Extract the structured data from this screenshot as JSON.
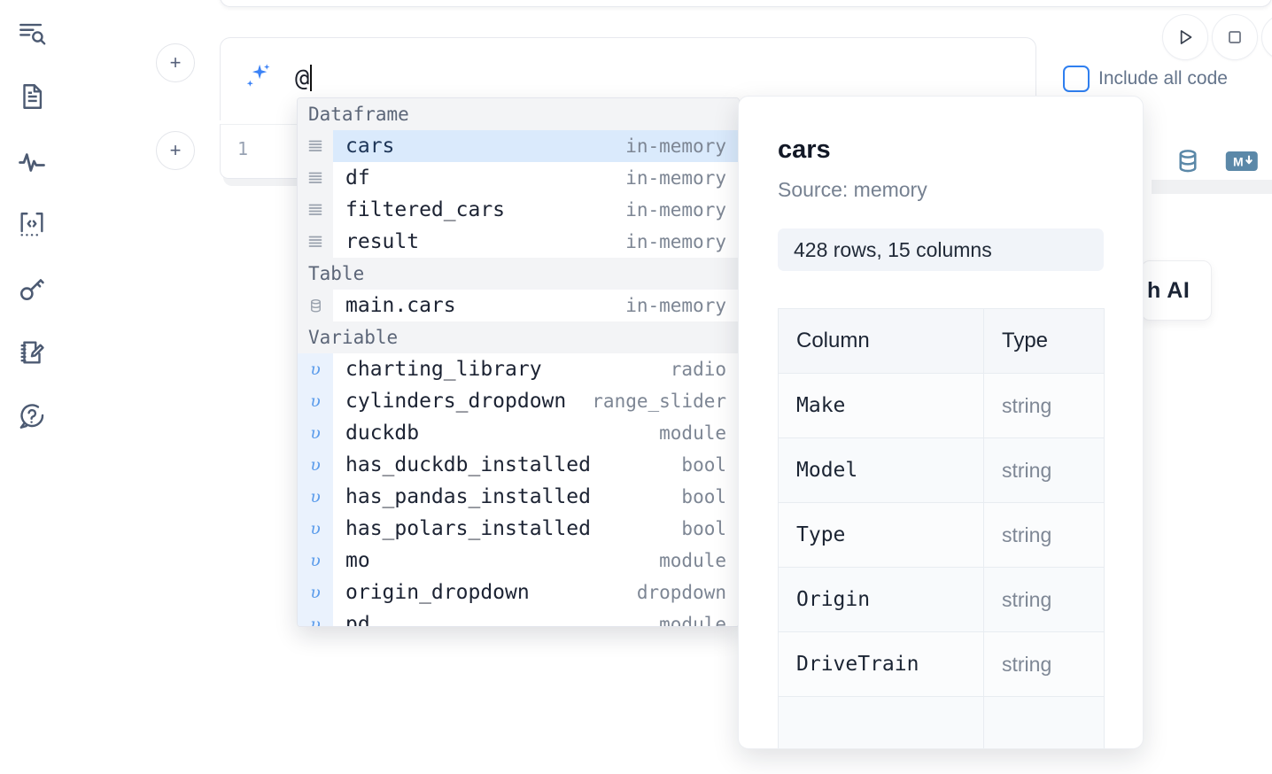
{
  "rail": {
    "items": [
      {
        "name": "explore-search-icon",
        "label": "Explore"
      },
      {
        "name": "file-text-icon",
        "label": "Notebook file"
      },
      {
        "name": "activity-pulse-icon",
        "label": "Runtime activity"
      },
      {
        "name": "code-brackets-icon",
        "label": "Snippets"
      },
      {
        "name": "key-icon",
        "label": "Secrets"
      },
      {
        "name": "notepad-pencil-icon",
        "label": "Scratchpad"
      },
      {
        "name": "help-chat-icon",
        "label": "Help"
      }
    ]
  },
  "toolbar": {
    "run_label": "Run",
    "stop_label": "Stop",
    "add_cell_label": "+"
  },
  "ai_bar": {
    "icon_name": "ai-sparkle-icon",
    "input_value": "@",
    "include_all_code_label": "Include all code",
    "include_all_code_checked": false
  },
  "cell": {
    "line_number": "1",
    "tools": [
      {
        "name": "database-sql-icon",
        "label": "SQL"
      },
      {
        "name": "markdown-icon",
        "label": "M↓"
      }
    ]
  },
  "ai_card": {
    "label": "h AI"
  },
  "autocomplete": {
    "groups": [
      {
        "label": "Dataframe",
        "items": [
          {
            "icon": "dataframe-icon",
            "name": "cars",
            "kind": "in-memory",
            "selected": true
          },
          {
            "icon": "dataframe-icon",
            "name": "df",
            "kind": "in-memory",
            "selected": false
          },
          {
            "icon": "dataframe-icon",
            "name": "filtered_cars",
            "kind": "in-memory",
            "selected": false
          },
          {
            "icon": "dataframe-icon",
            "name": "result",
            "kind": "in-memory",
            "selected": false
          }
        ]
      },
      {
        "label": "Table",
        "items": [
          {
            "icon": "table-icon",
            "name": "main.cars",
            "kind": "in-memory",
            "selected": false
          }
        ]
      },
      {
        "label": "Variable",
        "items": [
          {
            "icon": "variable-icon",
            "name": "charting_library",
            "kind": "radio",
            "selected": false
          },
          {
            "icon": "variable-icon",
            "name": "cylinders_dropdown",
            "kind": "range_slider",
            "selected": false
          },
          {
            "icon": "variable-icon",
            "name": "duckdb",
            "kind": "module",
            "selected": false
          },
          {
            "icon": "variable-icon",
            "name": "has_duckdb_installed",
            "kind": "bool",
            "selected": false
          },
          {
            "icon": "variable-icon",
            "name": "has_pandas_installed",
            "kind": "bool",
            "selected": false
          },
          {
            "icon": "variable-icon",
            "name": "has_polars_installed",
            "kind": "bool",
            "selected": false
          },
          {
            "icon": "variable-icon",
            "name": "mo",
            "kind": "module",
            "selected": false
          },
          {
            "icon": "variable-icon",
            "name": "origin_dropdown",
            "kind": "dropdown",
            "selected": false
          },
          {
            "icon": "variable-icon",
            "name": "pd",
            "kind": "module",
            "selected": false
          }
        ]
      }
    ]
  },
  "detail": {
    "title": "cars",
    "source": "Source: memory",
    "shape": "428 rows, 15 columns",
    "table": {
      "headers": [
        "Column",
        "Type"
      ],
      "rows": [
        [
          "Make",
          "string"
        ],
        [
          "Model",
          "string"
        ],
        [
          "Type",
          "string"
        ],
        [
          "Origin",
          "string"
        ],
        [
          "DriveTrain",
          "string"
        ],
        [
          "",
          ""
        ]
      ]
    }
  },
  "colors": {
    "accent_blue": "#2f7ff0",
    "selection_blue": "#daeafc",
    "variable_gutter": "#eaf2fd",
    "group_header": "#f3f4f6",
    "icon_steel": "#5b88a8",
    "rail_icon": "#4c5a72"
  }
}
